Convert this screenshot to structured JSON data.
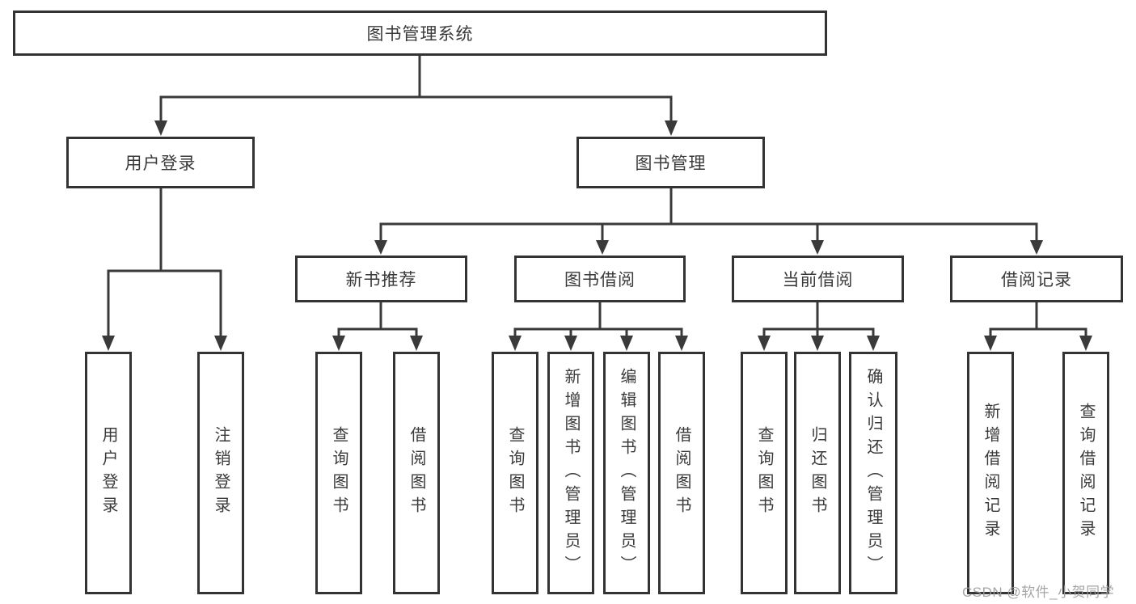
{
  "colors": {
    "line": "#3a3a3a",
    "border": "#333333",
    "box_bg": "#ffffff",
    "text": "#3a3a3a",
    "watermark": "#9c9c9c"
  },
  "nodes": {
    "root": {
      "label": "图书管理系统"
    },
    "user_login": {
      "label": "用户登录"
    },
    "book_management": {
      "label": "图书管理"
    },
    "new_book_recommend": {
      "label": "新书推荐"
    },
    "book_borrow": {
      "label": "图书借阅"
    },
    "current_borrow": {
      "label": "当前借阅"
    },
    "borrow_records": {
      "label": "借阅记录"
    }
  },
  "leaves": {
    "user_login": [
      "用户登录",
      "注销登录"
    ],
    "new_book_recommend": [
      "查询图书",
      "借阅图书"
    ],
    "book_borrow": [
      "查询图书",
      "新增图书（管理员）",
      "编辑图书（管理员）",
      "借阅图书"
    ],
    "current_borrow": [
      "查询图书",
      "归还图书",
      "确认归还（管理员）"
    ],
    "borrow_records": [
      "新增借阅记录",
      "查询借阅记录"
    ]
  },
  "watermark": "CSDN @软件_小贺同学"
}
